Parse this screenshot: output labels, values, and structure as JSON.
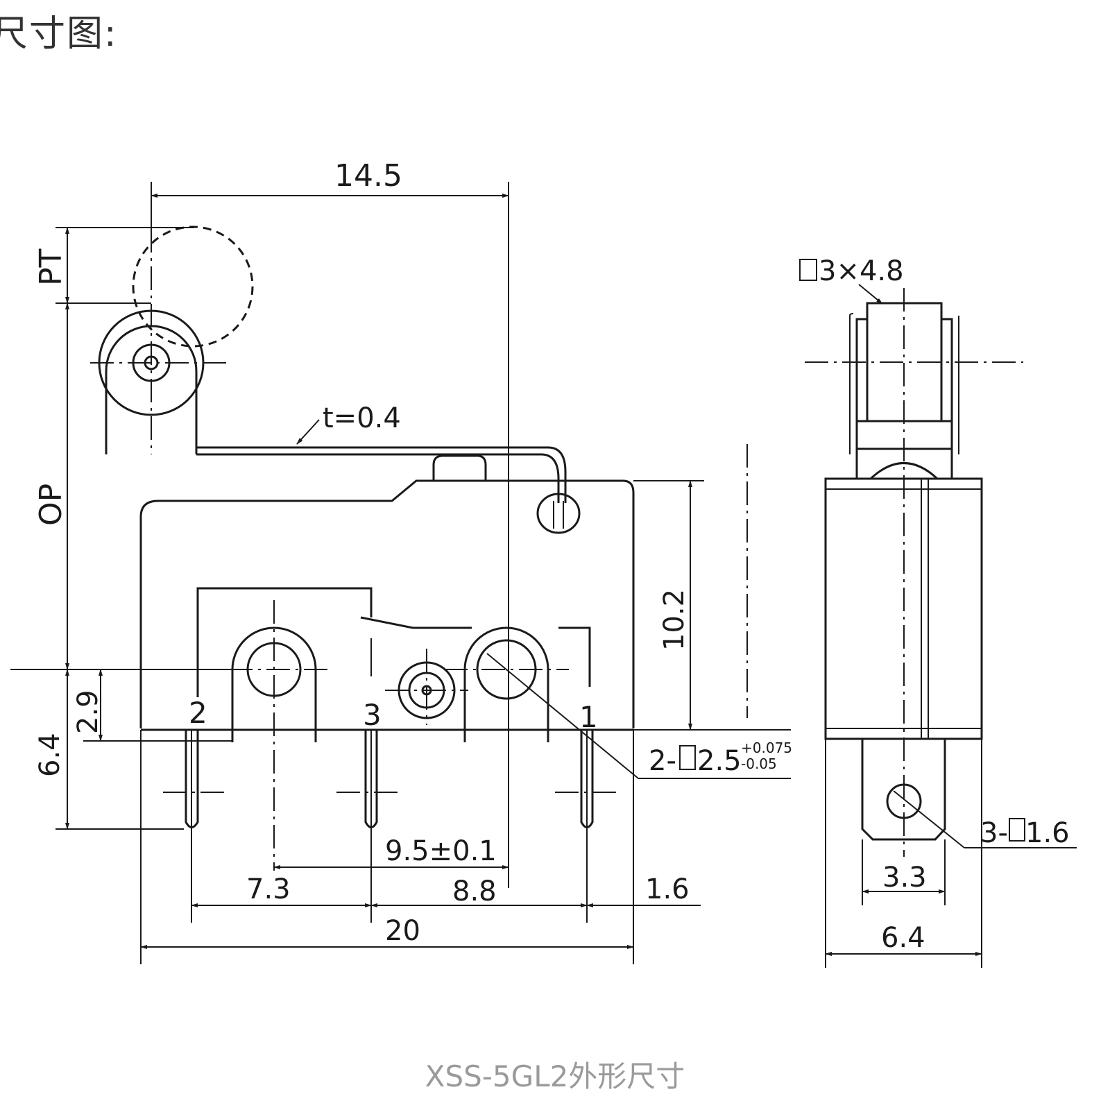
{
  "header": "尺寸图:",
  "caption": "XSS-5GL2外形尺寸",
  "dimensions": {
    "overall_height_to_roller": "14.5",
    "pt_label": "PT",
    "op_label": "OP",
    "body_height": "10.2",
    "lever_thickness": "t=0.4",
    "pin_offset": "2.9",
    "pin_length": "6.4",
    "mount_spacing": "9.5±0.1",
    "pin_pitch_left": "7.3",
    "pin_pitch_right": "8.8",
    "pin_edge": "1.6",
    "overall_length": "20",
    "mount_holes_prefix": "2-",
    "mount_holes_value": "2.5",
    "mount_holes_tol_plus": "+0.075",
    "mount_holes_tol_minus": "-0.05",
    "roller_size": "3×4.8",
    "terminal_holes": "3-",
    "terminal_holes_value": "1.6",
    "terminal_width": "3.3",
    "side_width": "6.4"
  },
  "pins": {
    "pin_1": "1",
    "pin_2": "2",
    "pin_3": "3"
  }
}
